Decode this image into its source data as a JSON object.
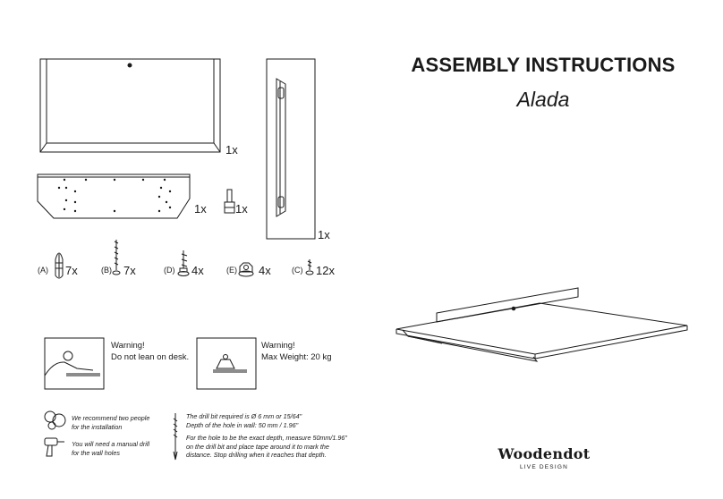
{
  "title": "ASSEMBLY INSTRUCTIONS",
  "product_name": "Alada",
  "parts": {
    "top_panel_qty": "1x",
    "support_bracket_qty": "1x",
    "knob_qty": "1x",
    "rail_qty": "1x"
  },
  "hardware": [
    {
      "letter": "(A)",
      "qty": "7x"
    },
    {
      "letter": "(B)",
      "qty": "7x"
    },
    {
      "letter": "(D)",
      "qty": "4x"
    },
    {
      "letter": "(E)",
      "qty": "4x"
    },
    {
      "letter": "(C)",
      "qty": "12x"
    }
  ],
  "warnings": [
    {
      "heading": "Warning!",
      "text": "Do not lean on desk."
    },
    {
      "heading": "Warning!",
      "text": "Max Weight: 20 kg"
    }
  ],
  "notes": {
    "two_people_line1": "We recommend two people",
    "two_people_line2": "for the installation",
    "drill_line1": "You will need a manual drill",
    "drill_line2": "for the wall holes",
    "bit_line1": "The drill bit required is Ø 6 mm or 15/64\"",
    "bit_line2": "Depth of the hole in wall:  50 mm / 1.96\"",
    "depth_line1": "For the hole to be the exact depth, measure 50mm/1.96\"",
    "depth_line2": "on the drill bit and place tape around it to mark the",
    "depth_line3": "distance. Stop drilling when it reaches that depth."
  },
  "brand": {
    "name": "Woodendot",
    "tagline": "LIVE DESIGN"
  }
}
